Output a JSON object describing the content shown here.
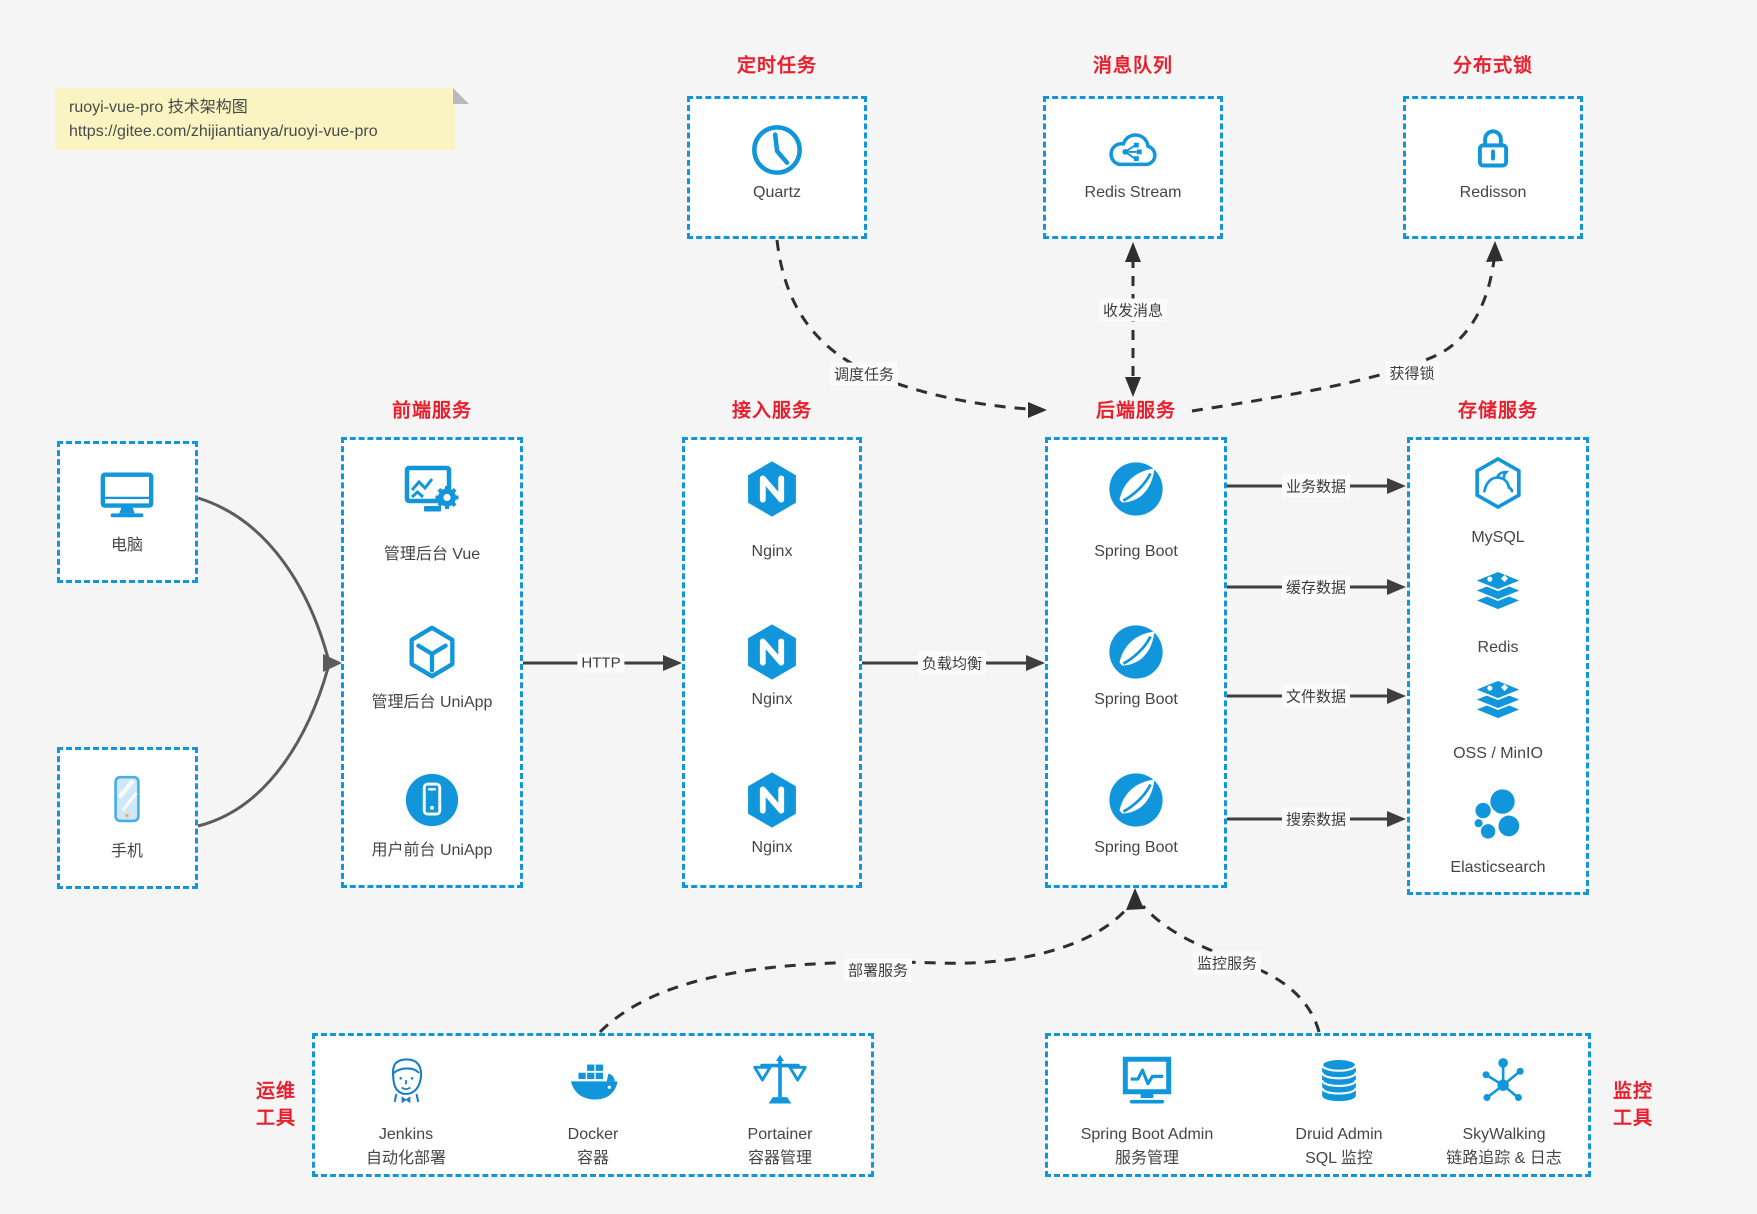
{
  "note": {
    "line1": "ruoyi-vue-pro 技术架构图",
    "line2": "https://gitee.com/zhijiantianya/ruoyi-vue-pro"
  },
  "colors": {
    "accent_blue": "#1296db",
    "title_red": "#e8202e",
    "text_gray": "#454545",
    "background": "#f5f5f6",
    "panel_bg": "#ffffff",
    "note_bg": "#faf4c3"
  },
  "top_groups": [
    {
      "title": "定时任务",
      "item": {
        "label": "Quartz",
        "icon": "clock-icon"
      }
    },
    {
      "title": "消息队列",
      "item": {
        "label": "Redis Stream",
        "icon": "cloud-share-icon"
      }
    },
    {
      "title": "分布式锁",
      "item": {
        "label": "Redisson",
        "icon": "lock-icon"
      }
    }
  ],
  "clients": [
    {
      "label": "电脑",
      "icon": "desktop-icon"
    },
    {
      "label": "手机",
      "icon": "phone-icon"
    }
  ],
  "columns": {
    "frontend": {
      "title": "前端服务",
      "items": [
        {
          "label": "管理后台 Vue",
          "icon": "admin-vue-icon"
        },
        {
          "label": "管理后台 UniApp",
          "icon": "uniapp-cube-icon"
        },
        {
          "label": "用户前台 UniApp",
          "icon": "user-uniapp-icon"
        }
      ]
    },
    "gateway": {
      "title": "接入服务",
      "items": [
        {
          "label": "Nginx",
          "icon": "nginx-icon"
        },
        {
          "label": "Nginx",
          "icon": "nginx-icon"
        },
        {
          "label": "Nginx",
          "icon": "nginx-icon"
        }
      ]
    },
    "backend": {
      "title": "后端服务",
      "items": [
        {
          "label": "Spring Boot",
          "icon": "spring-icon"
        },
        {
          "label": "Spring Boot",
          "icon": "spring-icon"
        },
        {
          "label": "Spring Boot",
          "icon": "spring-icon"
        }
      ]
    },
    "storage": {
      "title": "存储服务",
      "items": [
        {
          "label": "MySQL",
          "icon": "mysql-icon"
        },
        {
          "label": "Redis",
          "icon": "stack-icon"
        },
        {
          "label": "OSS / MinIO",
          "icon": "stack-icon"
        },
        {
          "label": "Elasticsearch",
          "icon": "elasticsearch-icon"
        }
      ]
    }
  },
  "bottom_groups": {
    "ops": {
      "title_line1": "运维",
      "title_line2": "工具",
      "items": [
        {
          "label": "Jenkins",
          "sublabel": "自动化部署",
          "icon": "jenkins-icon"
        },
        {
          "label": "Docker",
          "sublabel": "容器",
          "icon": "docker-icon"
        },
        {
          "label": "Portainer",
          "sublabel": "容器管理",
          "icon": "portainer-icon"
        }
      ]
    },
    "monitor": {
      "title_line1": "监控",
      "title_line2": "工具",
      "items": [
        {
          "label": "Spring Boot Admin",
          "sublabel": "服务管理",
          "icon": "sba-icon"
        },
        {
          "label": "Druid Admin",
          "sublabel": "SQL 监控",
          "icon": "druid-icon"
        },
        {
          "label": "SkyWalking",
          "sublabel": "链路追踪 & 日志",
          "icon": "skywalking-icon"
        }
      ]
    }
  },
  "edges": {
    "http": "HTTP",
    "load_balance": "负载均衡",
    "schedule": "调度任务",
    "message": "收发消息",
    "lock": "获得锁",
    "business": "业务数据",
    "cache": "缓存数据",
    "file": "文件数据",
    "search": "搜索数据",
    "deploy": "部署服务",
    "monitor": "监控服务"
  }
}
